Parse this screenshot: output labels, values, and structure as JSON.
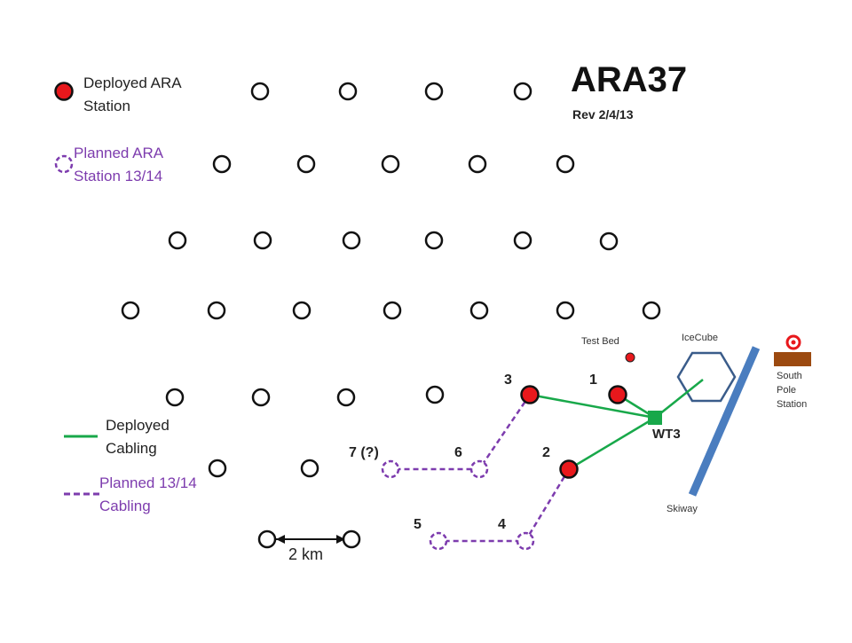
{
  "title": "ARA37",
  "revision": "Rev 2/4/13",
  "legend": {
    "deployed_station": [
      "Deployed ARA",
      "Station"
    ],
    "planned_station": [
      "Planned ARA",
      "Station 13/14"
    ],
    "deployed_cabling": [
      "Deployed",
      "Cabling"
    ],
    "planned_cabling": [
      "Planned 13/14",
      "Cabling"
    ]
  },
  "labels": {
    "station_3": "3",
    "station_1": "1",
    "station_2": "2",
    "station_6": "6",
    "station_7": "7 (?)",
    "station_5": "5",
    "station_4": "4",
    "wt3": "WT3",
    "test_bed": "Test Bed",
    "icecube": "IceCube",
    "skiway": "Skiway",
    "south_pole_station": [
      "South",
      "Pole",
      "Station"
    ],
    "scale": "2 km"
  },
  "colors": {
    "deployed_red": "#e8181c",
    "planned_purple": "#7d3cae",
    "cable_green": "#18a84a",
    "skiway_blue": "#4a7dbf",
    "icecube_navy": "#3a5c8a",
    "south_pole_brown": "#9c4a10"
  }
}
